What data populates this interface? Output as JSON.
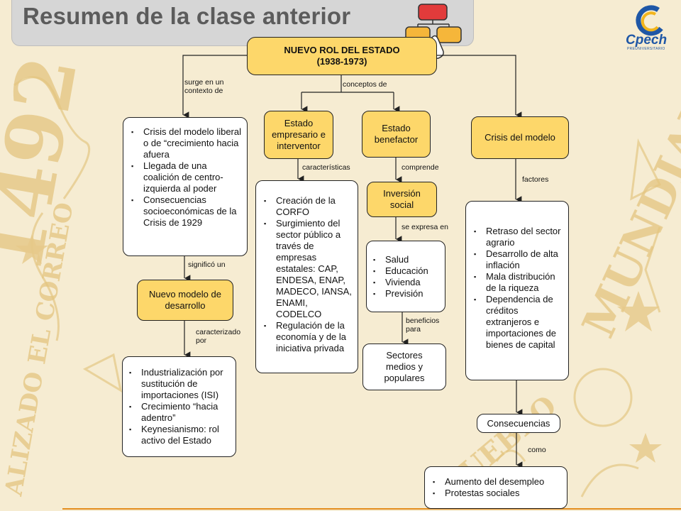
{
  "title": "Resumen de la clase anterior",
  "logo": {
    "text": "Cpech",
    "subtext": "PREUNIVERSITARIO",
    "color": "#1f57a6"
  },
  "colors": {
    "node_fill": "#fdd76a",
    "title_bar": "#d6d6d6",
    "accent_line": "#e48d1e"
  },
  "nodes": {
    "main": {
      "line1": "NUEVO ROL DEL ESTADO",
      "line2": "(1938-1973)"
    },
    "crisis_liberal": {
      "items": [
        "Crisis del modelo liberal o de “crecimiento hacia afuera",
        "Llegada de una coalición de centro-izquierda al poder",
        "Consecuencias socioeconómicas de la Crisis de 1929"
      ]
    },
    "estado_empresario": {
      "text": "Estado empresario e interventor"
    },
    "estado_benefactor": {
      "text": "Estado benefactor"
    },
    "crisis_modelo": {
      "text": "Crisis del modelo"
    },
    "nuevo_modelo": {
      "text": "Nuevo modelo de desarrollo"
    },
    "caracteristicas": {
      "items": [
        "Creación de la CORFO",
        "Surgimiento del sector público a través de empresas estatales: CAP, ENDESA, ENAP, MADECO, IANSA, ENAMI, CODELCO",
        "Regulación de la economía y de la iniciativa privada"
      ]
    },
    "inversion_social": {
      "text": "Inversión social"
    },
    "expresa": {
      "items": [
        "Salud",
        "Educación",
        "Vivienda",
        "Previsión"
      ]
    },
    "sectores": {
      "text": "Sectores medios y populares"
    },
    "factores": {
      "items": [
        "Retraso del sector agrario",
        "Desarrollo de alta inflación",
        "Mala distribución de la riqueza",
        "Dependencia de créditos extranjeros e importaciones de bienes de capital"
      ]
    },
    "isi": {
      "items": [
        "Industrialización por sustitución de importaciones (ISI)",
        "Crecimiento “hacia adentro”",
        "Keynesianismo: rol activo del Estado"
      ]
    },
    "consecuencias": {
      "text": "Consecuencias"
    },
    "final": {
      "items": [
        "Aumento del desempleo",
        "Protestas sociales"
      ]
    }
  },
  "labels": {
    "surge": "surge en un contexto de",
    "conceptos": "conceptos de",
    "caracteristicas": "características",
    "comprende": "comprende",
    "factores": "factores",
    "significa": "significó un",
    "se_expresa": "se expresa en",
    "caracterizado": "caracterizado por",
    "beneficios": "beneficios para",
    "como": "como"
  }
}
